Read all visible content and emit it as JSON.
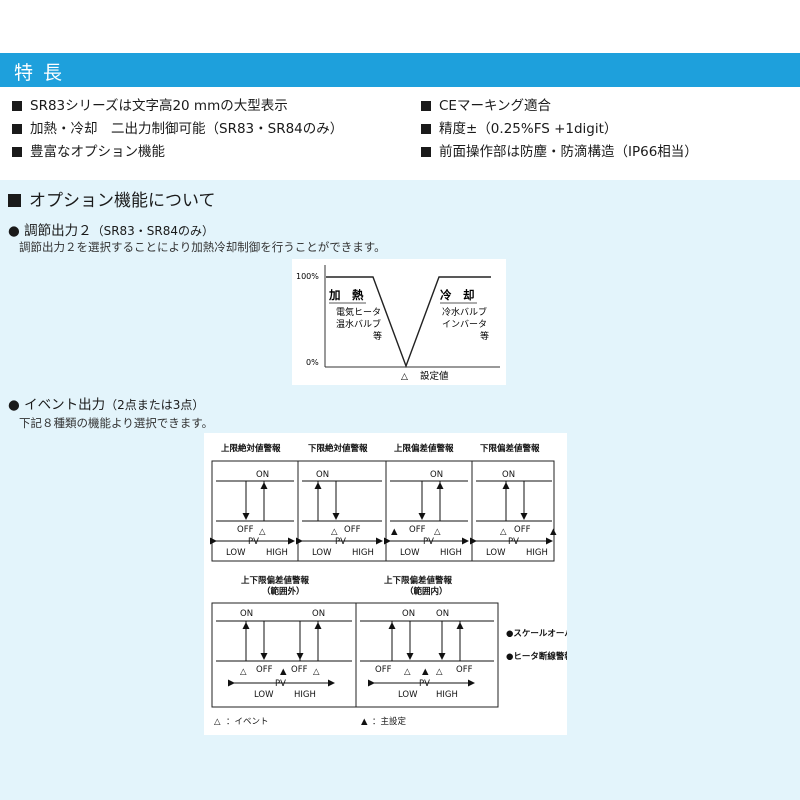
{
  "header": {
    "title": "特長"
  },
  "features": {
    "left": [
      "SR83シリーズは文字高20 mmの大型表示",
      "加熱・冷却　二出力制御可能（SR83・SR84のみ）",
      "豊富なオプション機能"
    ],
    "right": [
      "CEマーキング適合",
      "精度±（0.25%FS +1digit）",
      "前面操作部は防塵・防滴構造（IP66相当）"
    ]
  },
  "options": {
    "title": "オプション機能について",
    "control_output": {
      "heading": "調節出力２",
      "heading_note": "（SR83・SR84のみ）",
      "description": "調節出力２を選択することにより加熱冷却制御を行うことができます。",
      "graph": {
        "y_top": "100%",
        "y_bottom": "0%",
        "heat_title": "加　熱",
        "heat_line1": "電気ヒータ",
        "heat_line2": "温水バルブ",
        "heat_line3": "等",
        "cool_title": "冷　却",
        "cool_line1": "冷水バルブ",
        "cool_line2": "インバータ",
        "cool_line3": "等",
        "setpoint_marker": "△",
        "setpoint_label": "設定値"
      }
    },
    "event_output": {
      "heading": "イベント出力",
      "heading_note": "（2点または3点）",
      "description": "下記８種類の機能より選択できます。",
      "alarms": {
        "upper_abs": "上限絶対値警報",
        "lower_abs": "下限絶対値警報",
        "upper_dev": "上限偏差値警報",
        "lower_dev": "下限偏差値警報",
        "outside_title": "上下限偏差値警報",
        "outside_sub": "（範囲外）",
        "inside_title": "上下限偏差値警報",
        "inside_sub": "（範囲内）",
        "scale_over": "●スケールオーバー",
        "heater_break": "●ヒータ断線警報"
      },
      "labels": {
        "on": "ON",
        "off": "OFF",
        "pv": "PV",
        "low": "LOW",
        "high": "HIGH"
      },
      "legend": {
        "event_marker": "△",
        "event_text": "：イベント",
        "main_marker": "▲",
        "main_text": "：主設定"
      }
    }
  }
}
